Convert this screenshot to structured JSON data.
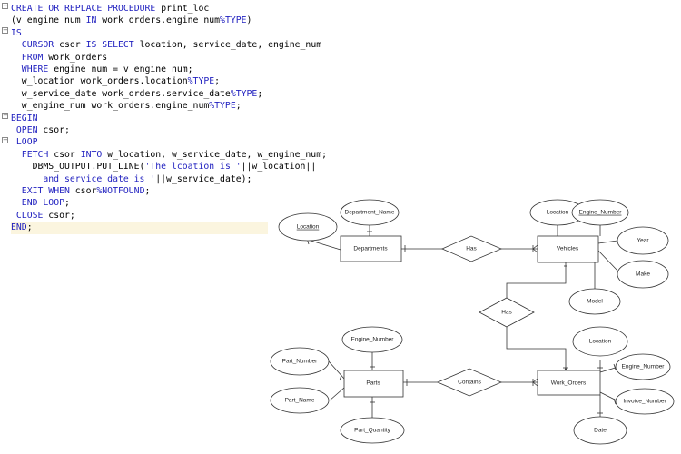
{
  "editor": {
    "lines": [
      "CREATE OR REPLACE PROCEDURE print_loc",
      "(v_engine_num IN work_orders.engine_num%TYPE)",
      "IS",
      "  CURSOR csor IS SELECT location, service_date, engine_num",
      "  FROM work_orders",
      "  WHERE engine_num = v_engine_num;",
      "  w_location work_orders.location%TYPE;",
      "  w_service_date work_orders.service_date%TYPE;",
      "  w_engine_num work_orders.engine_num%TYPE;",
      "BEGIN",
      " OPEN csor;",
      " LOOP",
      "  FETCH csor INTO w_location, w_service_date, w_engine_num;",
      "    DBMS_OUTPUT.PUT_LINE('The lcoation is '||w_location||",
      "    ' and service date is '||w_service_date);",
      "  EXIT WHEN csor%NOTFOUND;",
      "  END LOOP;",
      " CLOSE csor;",
      "END;"
    ]
  },
  "erd": {
    "entities": {
      "departments": "Departments",
      "vehicles": "Vehicles",
      "parts": "Parts",
      "work_orders": "Work_Orders"
    },
    "relationships": {
      "has_dept_vehicle": "Has",
      "has_vehicle_workorder": "Has",
      "contains": "Contains"
    },
    "attributes": {
      "dept_location": "Location",
      "department_name": "Department_Name",
      "vehicle_location": "Location",
      "vehicle_engine_number": "Engine_Number",
      "year": "Year",
      "make": "Make",
      "model": "Model",
      "parts_engine_number": "Engine_Number",
      "part_number": "Part_Number",
      "part_name": "Part_Name",
      "part_quantity": "Part_Quantity",
      "wo_location": "Location",
      "wo_engine_number": "Engine_Number",
      "invoice_number": "Invoice_Number",
      "date": "Date"
    }
  },
  "colors": {
    "keyword": "#1f1fbf",
    "current_line_highlight": "#fbf5df"
  }
}
